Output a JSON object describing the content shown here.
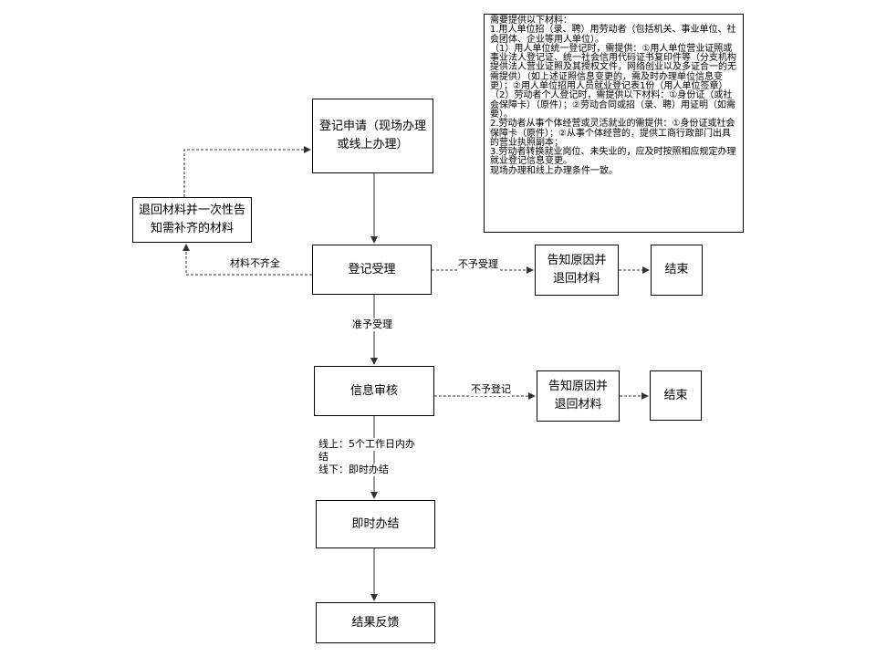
{
  "nodes": {
    "apply": "登记申请（现场办理或线上办理）",
    "return_materials": "退回材料并一次性告知需补齐的材料",
    "accept": "登记受理",
    "reject_accept": "告知原因并退回材料",
    "end1": "结束",
    "review": "信息审核",
    "reject_register": "告知原因并退回材料",
    "end2": "结束",
    "immediate": "即时办结",
    "feedback": "结果反馈"
  },
  "labels": {
    "incomplete": "材料不齐全",
    "not_accepted": "不予受理",
    "accepted": "准予受理",
    "not_registered": "不予登记",
    "timing_line1": "线上：5个工作日内办",
    "timing_line2": "结",
    "timing_line3": "线下：即时办结"
  },
  "requirements": {
    "lines": [
      "需要提供以下材料：",
      "1.用人单位招（录、聘）用劳动者（包括机关、事业单位、社会团体、企业等用人单位）。",
      "（1）用人单位统一登记时，需提供：①用人单位营业证照或事业法人登记证、统一社会信用代码证书复印件等（分支机构提供法人营业证照及其授权文件，网络创业以及多证合一的无需提供）（如上述证照信息变更的，需及时办理单位信息变更）；②用人单位招用人员就业登记表1份（用人单位签章）",
      "（2）劳动者个人登记时，需提供以下材料：①身份证（或社会保障卡）（原件）；②劳动合同或招（录、聘）用证明（如需要）。",
      "2.劳动者从事个体经营或灵活就业的需提供：①身份证或社会保障卡（原件）；②从事个体经营的，提供工商行政部门出具的营业执照副本；",
      "3.劳动者转换就业岗位、未失业的，应及时按照相应规定办理就业登记信息变更。",
      "现场办理和线上办理条件一致。"
    ]
  }
}
